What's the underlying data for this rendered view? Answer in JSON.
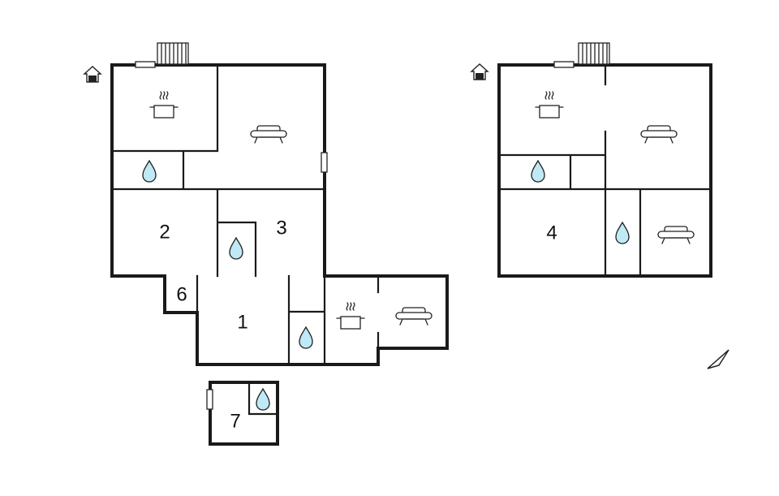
{
  "floor_plan": {
    "rooms": [
      {
        "id": "room-1",
        "label": "1"
      },
      {
        "id": "room-2",
        "label": "2"
      },
      {
        "id": "room-3",
        "label": "3"
      },
      {
        "id": "room-4",
        "label": "4"
      },
      {
        "id": "room-6",
        "label": "6"
      },
      {
        "id": "room-7",
        "label": "7"
      }
    ],
    "icons": {
      "water": "water-drop-icon",
      "kitchen": "cooking-pot-icon",
      "living": "sofa-icon",
      "entrance": "entrance-house-icon",
      "stairs": "stairs-icon",
      "compass": "north-arrow-icon"
    },
    "colors": {
      "wall": "#1a1a1a",
      "water_drop": "#bfe9f5"
    }
  }
}
